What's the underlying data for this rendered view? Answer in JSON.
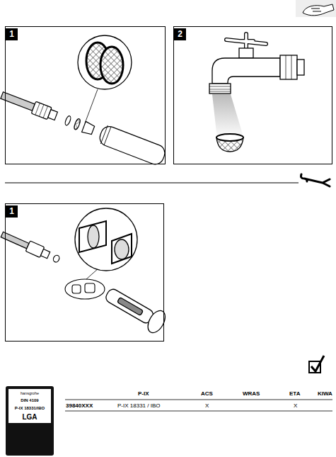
{
  "diagram": {
    "nodes": [
      {
        "text": [
          "1"
        ]
      },
      {
        "text": [
          "2"
        ]
      },
      {
        "text": [
          "1"
        ]
      },
      {
        "text": [
          "hansgrohe",
          "DIN 4109",
          "P-IX 18331/IBO",
          "LGA"
        ]
      }
    ],
    "labels": [
      "P-IX",
      "ACS",
      "WRAS",
      "ETA",
      "KIWA",
      "39840XXX",
      "P-IX 18331 / IBO",
      "X",
      "X"
    ]
  }
}
